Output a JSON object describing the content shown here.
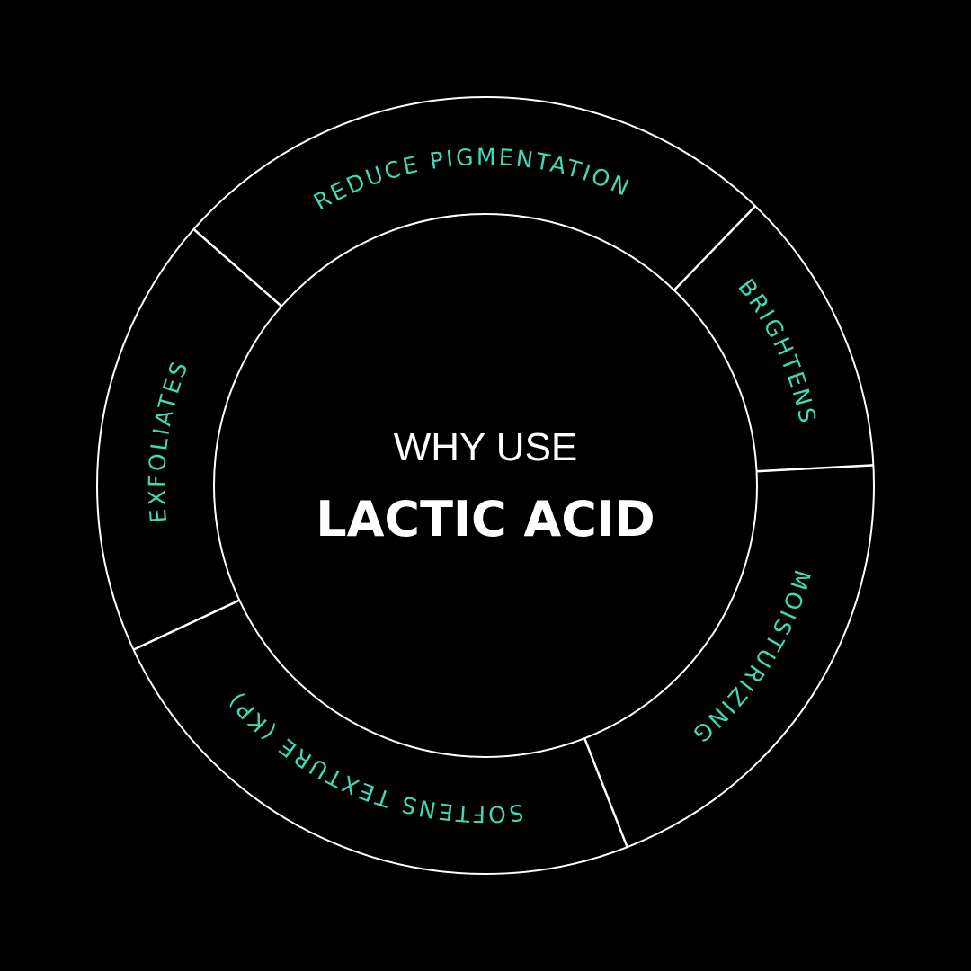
{
  "title": {
    "line1": "WHY USE",
    "line2": "LACTIC ACID"
  },
  "segments": [
    {
      "label": "REDUCE PIGMENTATION"
    },
    {
      "label": "BRIGHTENS"
    },
    {
      "label": "MOISTURIZING"
    },
    {
      "label": "SOFTENS TEXTURE (KP)"
    },
    {
      "label": "EXFOLIATES"
    }
  ],
  "colors": {
    "background": "#000000",
    "lines": "#ffffff",
    "labels": "#3ddbb8",
    "title": "#ffffff"
  }
}
